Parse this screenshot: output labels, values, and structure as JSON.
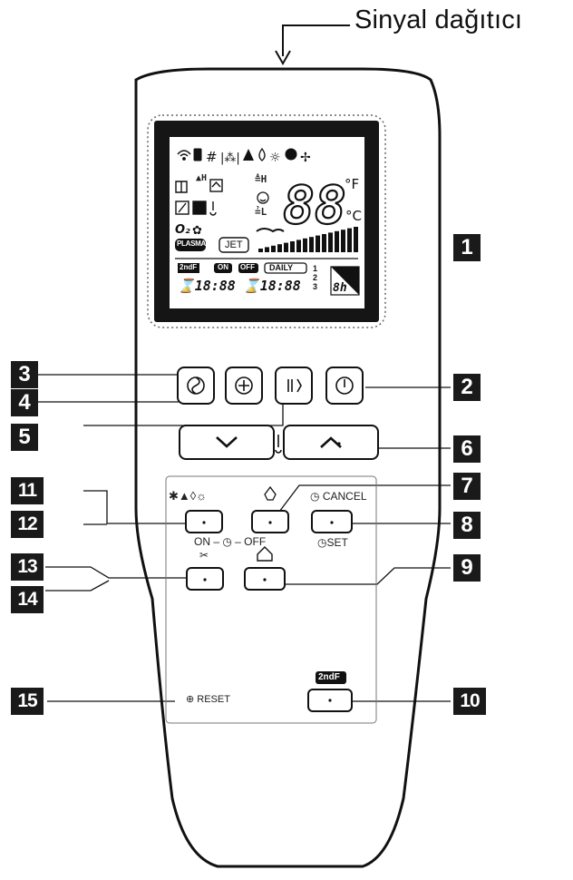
{
  "signal_label": "Sinyal dağıtıcı",
  "callouts": [
    "1",
    "2",
    "3",
    "4",
    "5",
    "6",
    "7",
    "8",
    "9",
    "10",
    "11",
    "12",
    "13",
    "14",
    "15"
  ],
  "display": {
    "big_digits": "88",
    "unit_f": "°F",
    "unit_c": "°C",
    "fan_high": "H",
    "fan_low": "L",
    "plasma": "PLASMA",
    "jet": "JET",
    "second_f": "2ndF",
    "on": "ON",
    "off": "OFF",
    "daily": "DAILY",
    "timer_on_digits": "18:88",
    "timer_off_digits": "18:88",
    "steps": [
      "1",
      "2",
      "3"
    ],
    "hours": "8h"
  },
  "labels": {
    "cancel": "CANCEL",
    "set": "SET",
    "on_off": "ON – ◷ – OFF",
    "reset": "RESET",
    "second_f": "2ndF"
  },
  "icons": {
    "mode_icons": "✱▲◊☼",
    "plasma_btn": "✿",
    "thermometer": "🌡"
  }
}
